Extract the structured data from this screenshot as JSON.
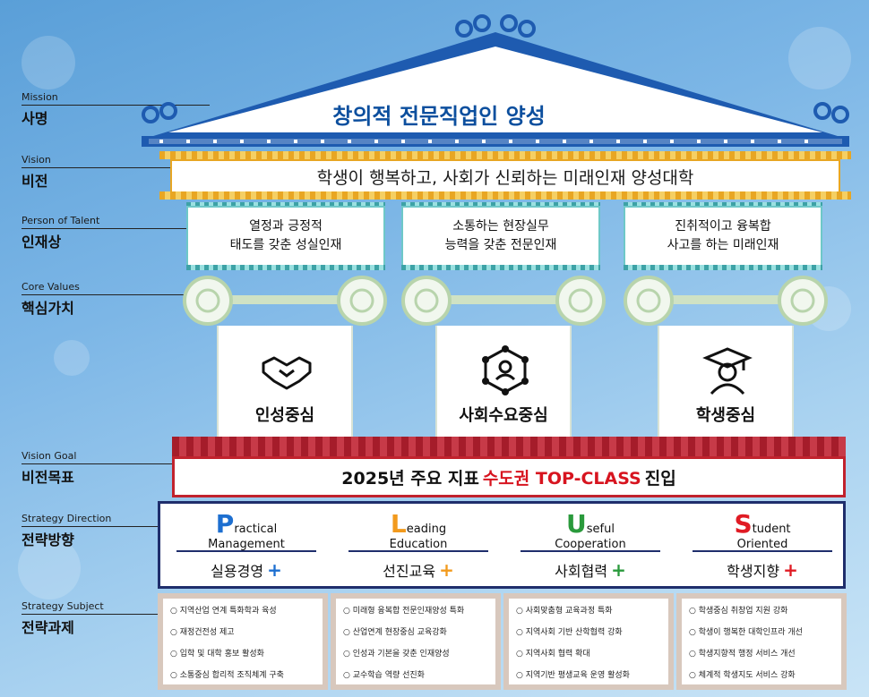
{
  "labels": [
    {
      "en": "Mission",
      "ko": "사명"
    },
    {
      "en": "Vision",
      "ko": "비전"
    },
    {
      "en": "Person of Talent",
      "ko": "인재상"
    },
    {
      "en": "Core Values",
      "ko": "핵심가치"
    },
    {
      "en": "Vision Goal",
      "ko": "비전목표"
    },
    {
      "en": "Strategy Direction",
      "ko": "전략방향"
    },
    {
      "en": "Strategy Subject",
      "ko": "전략과제"
    }
  ],
  "mission": "창의적 전문직업인 양성",
  "vision": "학생이 행복하고, 사회가 신뢰하는 미래인재 양성대학",
  "talents": [
    {
      "line1": "열정과 긍정적",
      "line2": "태도를 갖춘 성실인재"
    },
    {
      "line1": "소통하는 현장실무",
      "line2": "능력을 갖춘 전문인재"
    },
    {
      "line1": "진취적이고 융복합",
      "line2": "사고를 하는 미래인재"
    }
  ],
  "core_values": [
    {
      "label": "인성중심",
      "icon": "handshake-icon"
    },
    {
      "label": "사회수요중심",
      "icon": "network-icon"
    },
    {
      "label": "학생중심",
      "icon": "graduate-icon"
    }
  ],
  "vision_goal": {
    "prefix": "2025년 주요 지표",
    "highlight": "수도권 TOP-CLASS",
    "suffix": "진입"
  },
  "directions": [
    {
      "letter": "P",
      "rest1": "ractical",
      "rest2": "Management",
      "ko": "실용경영",
      "color": "#1d6fd0"
    },
    {
      "letter": "L",
      "rest1": "eading",
      "rest2": "Education",
      "ko": "선진교육",
      "color": "#f29a1d"
    },
    {
      "letter": "U",
      "rest1": "seful",
      "rest2": "Cooperation",
      "ko": "사회협력",
      "color": "#2a9a3c"
    },
    {
      "letter": "S",
      "rest1": "tudent",
      "rest2": "Oriented",
      "ko": "학생지향",
      "color": "#e01b24"
    }
  ],
  "plus_sign": "+",
  "subjects": [
    [
      "○ 지역산업 연계 특화학과 육성",
      "○ 재정건전성 제고",
      "○ 입학 및 대학 홍보 활성화",
      "○ 소통중심 합리적 조직체계 구축"
    ],
    [
      "○ 미래형 융복합 전문인재양성 특화",
      "○ 산업연계 현장중심 교육강화",
      "○ 인성과 기본을 갖춘 인재양성",
      "○ 교수학습 역량 선진화"
    ],
    [
      "○ 사회맞춤형 교육과정 특화",
      "○ 지역사회 기반 산학협력 강화",
      "○ 지역사회 협력 확대",
      "○ 지역기반 평생교육 운영 활성화"
    ],
    [
      "○ 학생중심 취창업 지원 강화",
      "○ 학생이 행복한 대학인프라 개선",
      "○ 학생지향적 행정 서비스 개선",
      "○ 체계적 학생지도 서비스 강화"
    ]
  ]
}
